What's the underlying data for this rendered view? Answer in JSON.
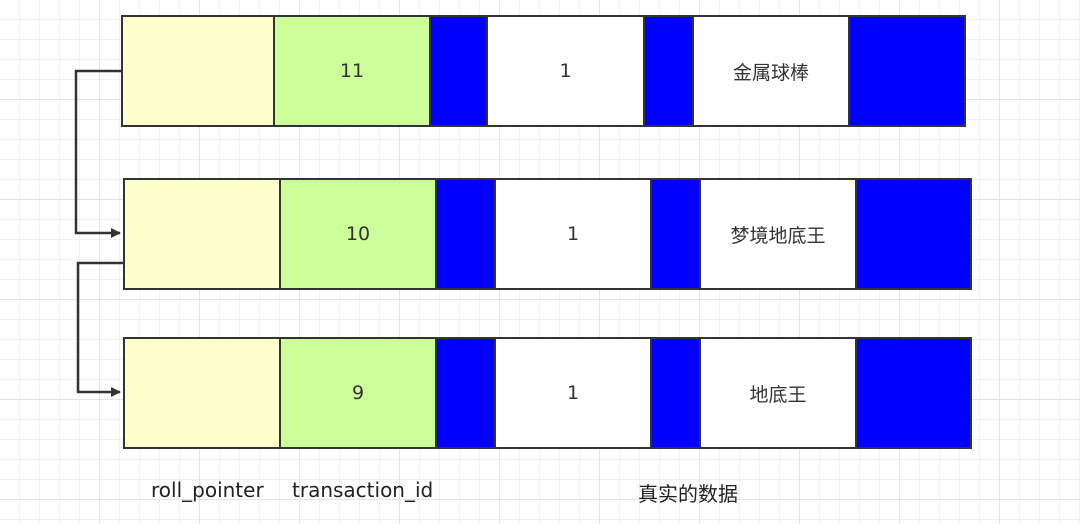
{
  "records": [
    {
      "transaction_id": "11",
      "value": "1",
      "text": "金属球棒"
    },
    {
      "transaction_id": "10",
      "value": "1",
      "text": "梦境地底王"
    },
    {
      "transaction_id": "9",
      "value": "1",
      "text": "地底王"
    }
  ],
  "labels": {
    "roll_pointer": "roll_pointer",
    "transaction_id": "transaction_id",
    "real_data": "真实的数据"
  },
  "colors": {
    "roll_pointer": "#ffffcc",
    "transaction_id": "#ccff99",
    "separator": "#0000ff"
  }
}
